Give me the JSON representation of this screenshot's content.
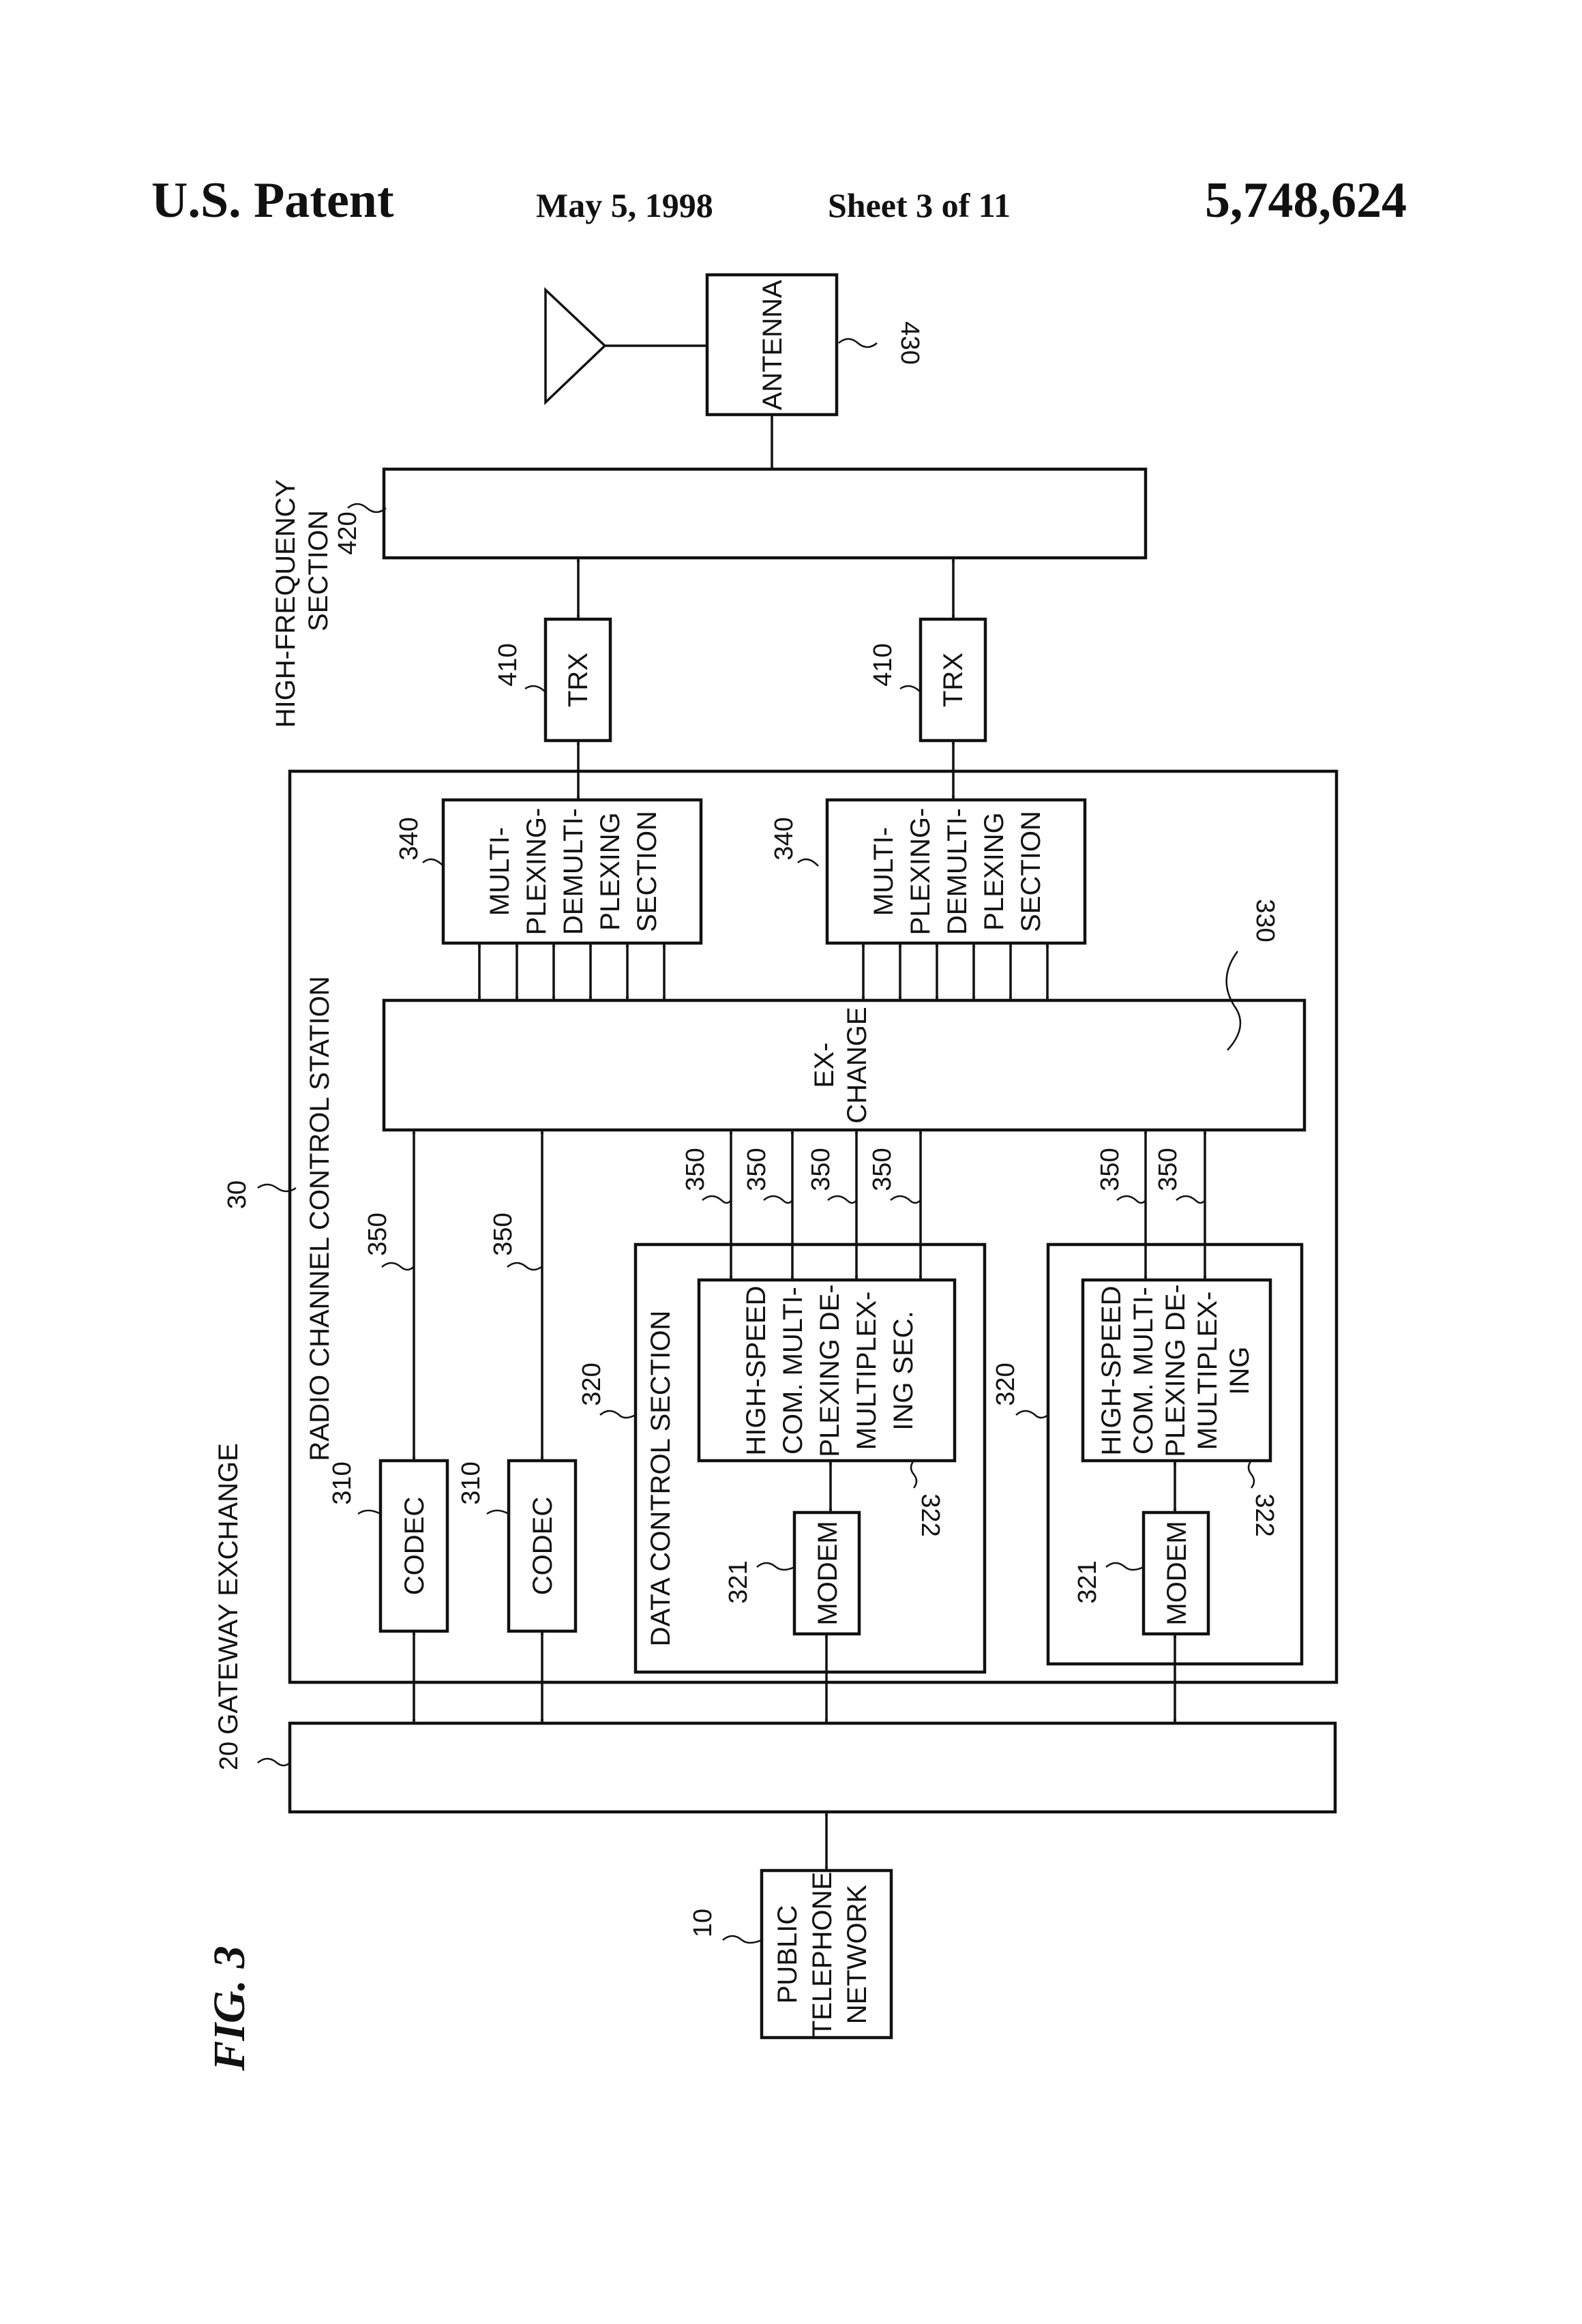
{
  "header": {
    "left": "U.S. Patent",
    "date": "May 5, 1998",
    "sheet": "Sheet 3 of 11",
    "number": "5,748,624"
  },
  "figure": "FIG. 3",
  "labels": {
    "antenna": "ANTENNA",
    "ref_430": "430",
    "hf_line1": "HIGH-FREQUENCY",
    "hf_line2": "SECTION",
    "ref_420": "420",
    "trx": "TRX",
    "ref_410": "410",
    "mux_lines": [
      "MULTI-",
      "PLEXING-",
      "DEMULTI-",
      "PLEXING",
      "SECTION"
    ],
    "ref_340": "340",
    "exchange_lines": [
      "EX-",
      "CHANGE"
    ],
    "ref_330": "330",
    "ref_350": "350",
    "rccs": "RADIO CHANNEL CONTROL STATION",
    "ref_30": "30",
    "data_ctrl": "DATA CONTROL SECTION",
    "ref_320": "320",
    "hs1_lines": [
      "HIGH-SPEED",
      "COM. MULTI-",
      "PLEXING DE-",
      "MULTIPLEX-",
      "ING SEC."
    ],
    "hs2_lines": [
      "HIGH-SPEED",
      "COM. MULTI-",
      "PLEXING DE-",
      "MULTIPLEX-",
      "ING"
    ],
    "ref_322": "322",
    "modem": "MODEM",
    "ref_321": "321",
    "codec": "CODEC",
    "ref_310": "310",
    "gateway": "GATEWAY EXCHANGE",
    "ref_20": "20",
    "ptn_lines": [
      "PUBLIC",
      "TELEPHONE",
      "NETWORK"
    ],
    "ref_10": "10"
  }
}
